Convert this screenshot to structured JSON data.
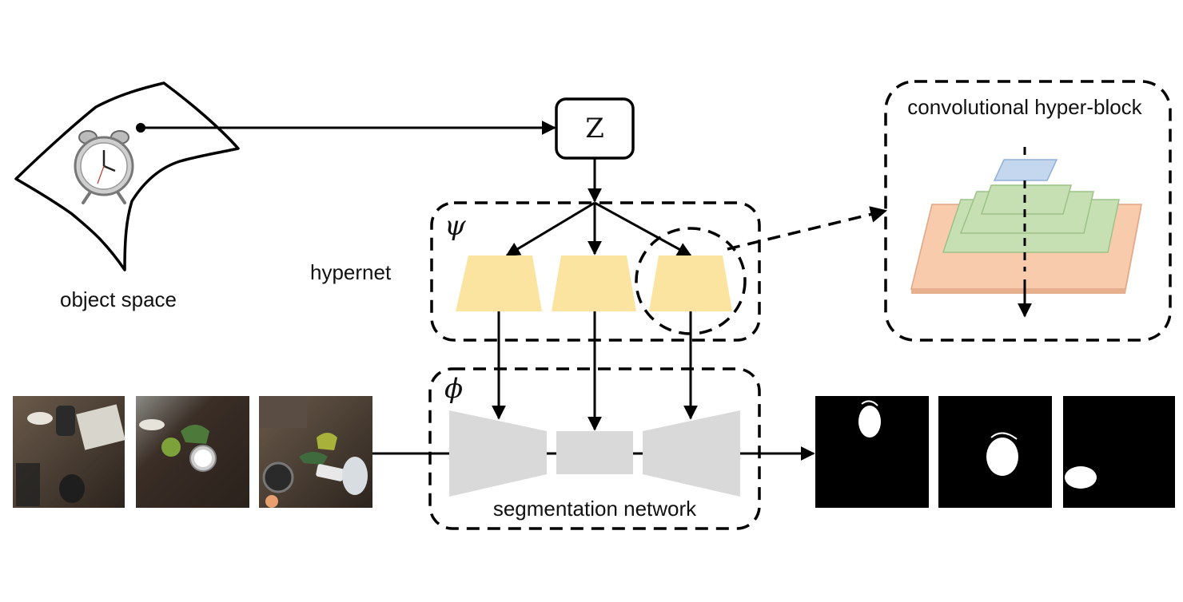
{
  "labels": {
    "object_space": "object space",
    "latent": "Z",
    "hypernet": "hypernet",
    "hypernet_symbol": "ψ",
    "segnet_symbol": "ϕ",
    "segmentation_network": "segmentation network",
    "hyper_block": "convolutional hyper-block"
  },
  "colors": {
    "hyper_block_fill": "#fbe3a0",
    "segnet_block_fill": "#d9d9d9",
    "layer_blue": "#c5d7ee",
    "layer_green": "#c6e0b4",
    "layer_orange": "#f8cbad",
    "line": "#000000"
  },
  "icons": {
    "object": "alarm-clock-icon",
    "inputs": [
      "scene-photo-1",
      "scene-photo-2",
      "scene-photo-3"
    ],
    "outputs": [
      "mask-1",
      "mask-2",
      "mask-3"
    ]
  }
}
